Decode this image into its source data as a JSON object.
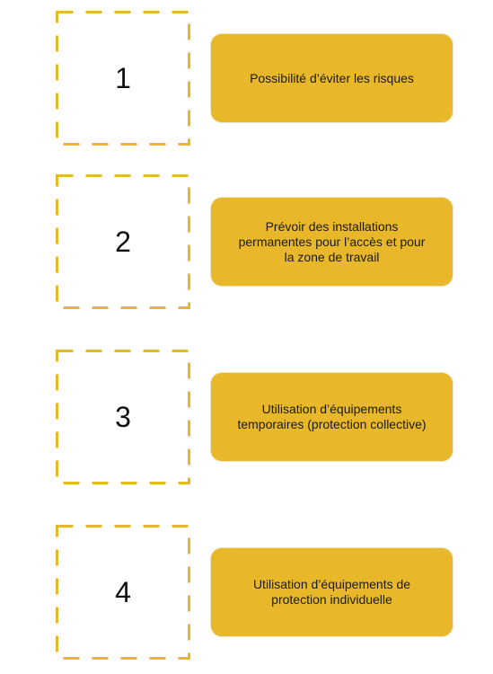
{
  "colors": {
    "box_fill": "#e8b82a",
    "dash_color": "#e8b82a",
    "text": "#1a1a1a"
  },
  "steps": [
    {
      "number": "1",
      "text": "Possibilité d’éviter les risques"
    },
    {
      "number": "2",
      "text": "Prévoir des installations permanentes pour l’accès et pour la zone de travail"
    },
    {
      "number": "3",
      "text": "Utilisation d’équipements temporaires (protection collective)"
    },
    {
      "number": "4",
      "text": "Utilisation d’équipements de protection individuelle"
    }
  ]
}
